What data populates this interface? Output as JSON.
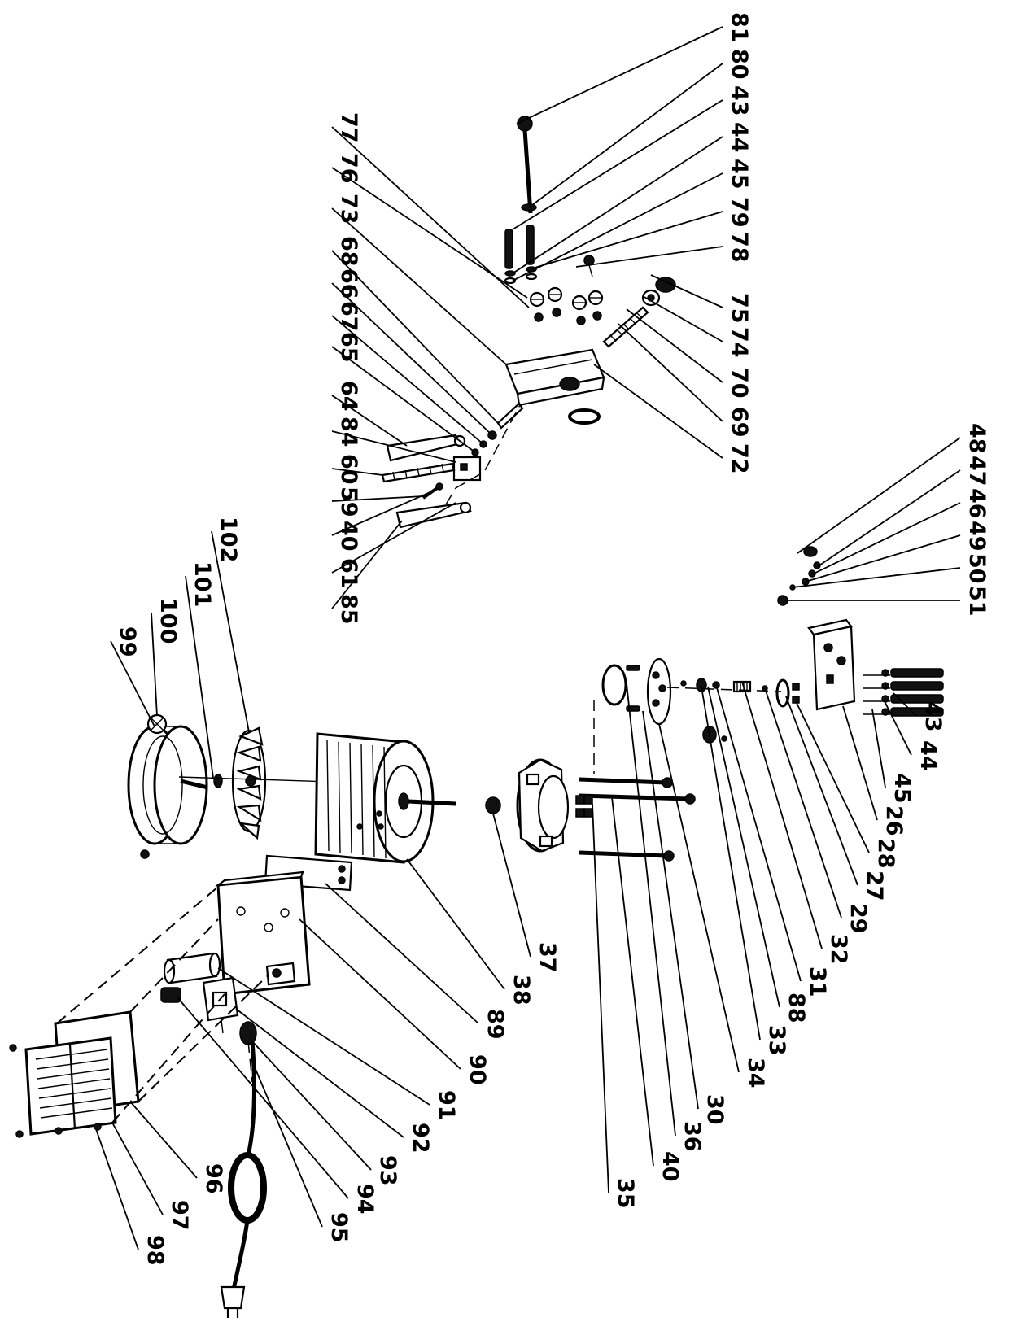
{
  "callouts": [
    {
      "id": "81"
    },
    {
      "id": "80"
    },
    {
      "id": "43"
    },
    {
      "id": "44"
    },
    {
      "id": "45"
    },
    {
      "id": "79"
    },
    {
      "id": "78"
    },
    {
      "id": "75"
    },
    {
      "id": "74"
    },
    {
      "id": "70"
    },
    {
      "id": "69"
    },
    {
      "id": "72"
    },
    {
      "id": "77"
    },
    {
      "id": "76"
    },
    {
      "id": "73"
    },
    {
      "id": "68"
    },
    {
      "id": "66"
    },
    {
      "id": "67"
    },
    {
      "id": "65"
    },
    {
      "id": "64"
    },
    {
      "id": "84"
    },
    {
      "id": "60"
    },
    {
      "id": "59"
    },
    {
      "id": "40"
    },
    {
      "id": "61"
    },
    {
      "id": "85"
    },
    {
      "id": "48"
    },
    {
      "id": "47"
    },
    {
      "id": "46"
    },
    {
      "id": "49"
    },
    {
      "id": "50"
    },
    {
      "id": "51"
    },
    {
      "id": "102"
    },
    {
      "id": "101"
    },
    {
      "id": "100"
    },
    {
      "id": "99"
    },
    {
      "id": "43"
    },
    {
      "id": "44"
    },
    {
      "id": "45"
    },
    {
      "id": "26"
    },
    {
      "id": "28"
    },
    {
      "id": "27"
    },
    {
      "id": "29"
    },
    {
      "id": "32"
    },
    {
      "id": "31"
    },
    {
      "id": "88"
    },
    {
      "id": "33"
    },
    {
      "id": "34"
    },
    {
      "id": "30"
    },
    {
      "id": "36"
    },
    {
      "id": "40"
    },
    {
      "id": "35"
    },
    {
      "id": "37"
    },
    {
      "id": "38"
    },
    {
      "id": "89"
    },
    {
      "id": "90"
    },
    {
      "id": "91"
    },
    {
      "id": "92"
    },
    {
      "id": "93"
    },
    {
      "id": "94"
    },
    {
      "id": "95"
    },
    {
      "id": "96"
    },
    {
      "id": "97"
    },
    {
      "id": "98"
    }
  ]
}
